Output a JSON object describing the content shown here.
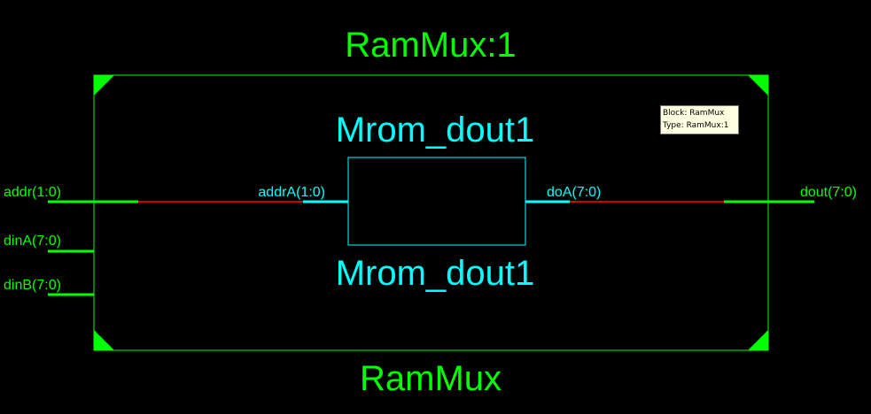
{
  "outer_block": {
    "instance_name": "RamMux:1",
    "type_name": "RamMux",
    "ports_in": [
      "addr(1:0)",
      "dinA(7:0)",
      "dinB(7:0)"
    ],
    "ports_out": [
      "dout(7:0)"
    ]
  },
  "inner_block": {
    "name_top": "Mrom_dout1",
    "name_bottom": "Mrom_dout1",
    "port_in": "addrA(1:0)",
    "port_out": "doA(7:0)"
  },
  "tooltip": {
    "line1": "Block: RamMux",
    "line2": "Type: RamMux:1"
  },
  "colors": {
    "background": "#000000",
    "block": "#00ff00",
    "inner": "#00ffff",
    "net": "#cc0000"
  }
}
